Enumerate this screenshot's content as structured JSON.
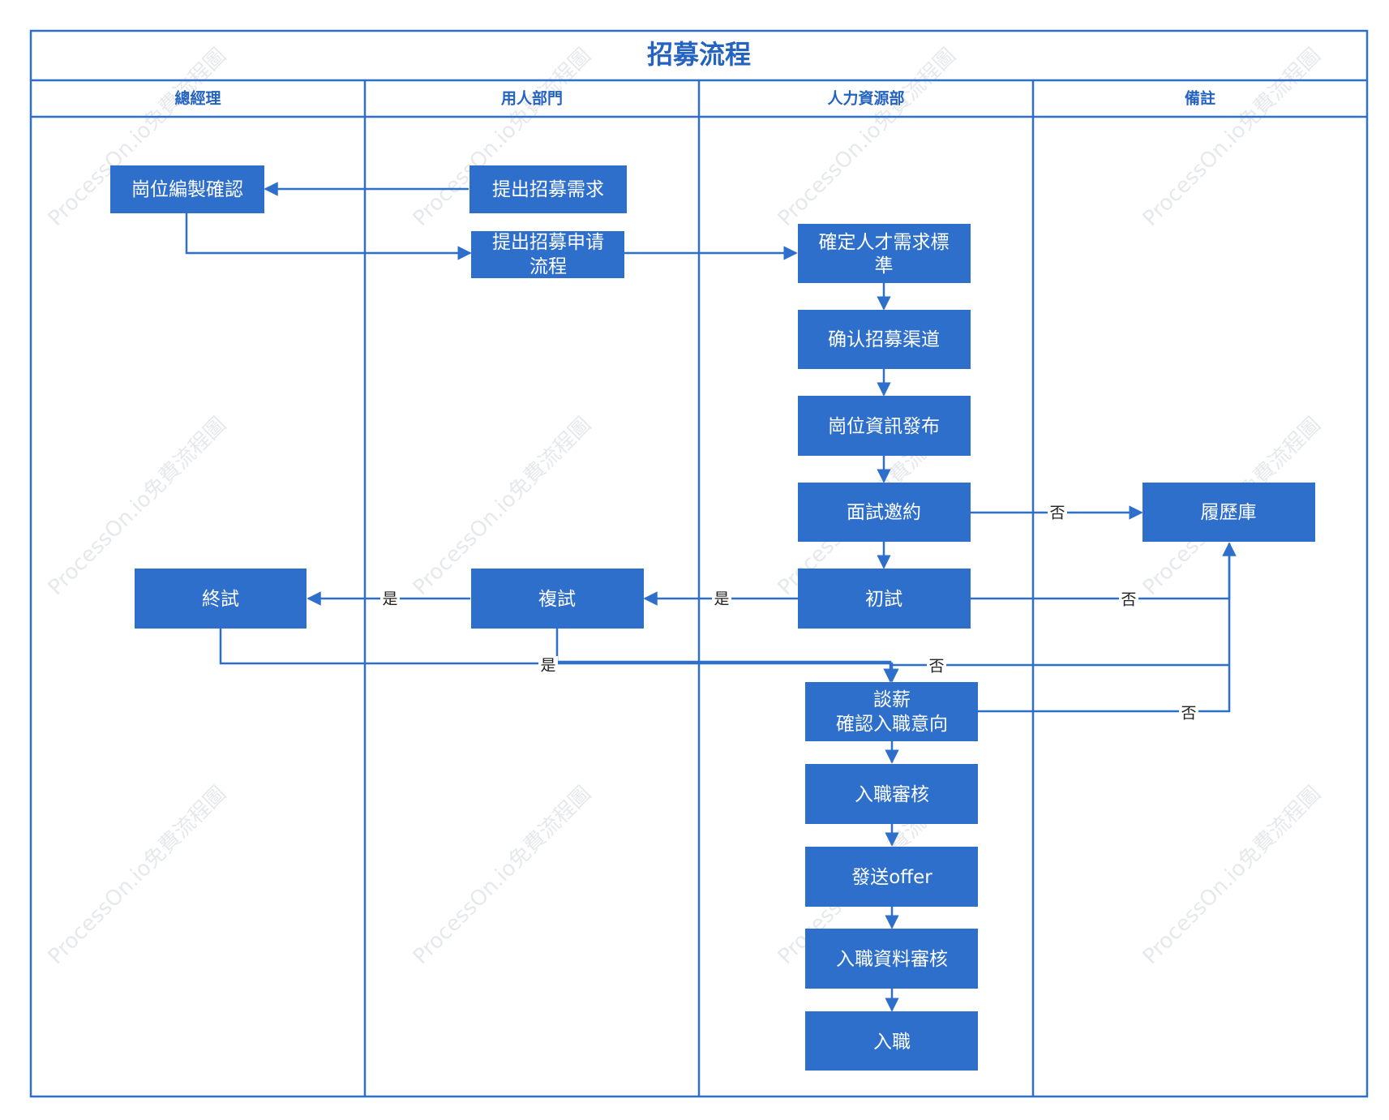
{
  "title": "招募流程",
  "lanes": [
    "總經理",
    "用人部門",
    "人力資源部",
    "備註"
  ],
  "nodes": {
    "post_confirm": [
      "崗位編製確認"
    ],
    "request": [
      "提出招募需求"
    ],
    "apply_flow": [
      "提出招募申请",
      "流程"
    ],
    "define_std": [
      "確定人才需求標",
      "準"
    ],
    "channel": [
      "确认招募渠道"
    ],
    "publish": [
      "崗位資訊發布"
    ],
    "invite": [
      "面試邀約"
    ],
    "resume_db": [
      "履歷庫"
    ],
    "final_iv": [
      "終試"
    ],
    "second_iv": [
      "複試"
    ],
    "first_iv": [
      "初試"
    ],
    "salary": [
      "談薪",
      "確認入職意向"
    ],
    "review": [
      "入職審核"
    ],
    "offer": [
      "發送offer"
    ],
    "docs": [
      "入職資料審核"
    ],
    "onboard": [
      "入職"
    ]
  },
  "edge_labels": {
    "yes": "是",
    "no": "否"
  },
  "watermark": "ProcessOn.io免費流程圖"
}
